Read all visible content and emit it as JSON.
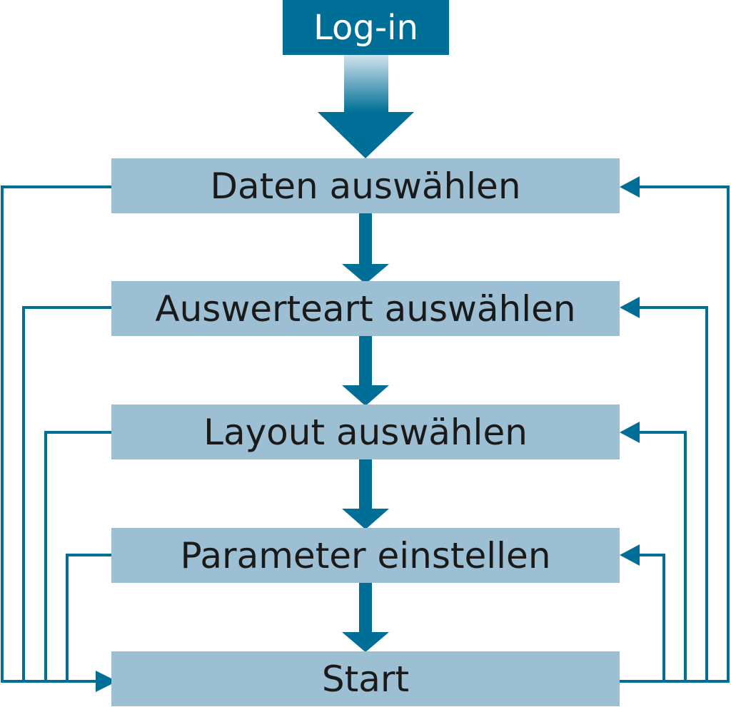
{
  "colors": {
    "accent": "#006f97",
    "box_fill": "#9dbfd3",
    "text": "#1a1a1a",
    "login_text": "#ffffff"
  },
  "login": {
    "label": "Log-in"
  },
  "steps": [
    {
      "label": "Daten auswählen"
    },
    {
      "label": "Auswerteart auswählen"
    },
    {
      "label": "Layout auswählen"
    },
    {
      "label": "Parameter einstellen"
    },
    {
      "label": "Start"
    }
  ]
}
